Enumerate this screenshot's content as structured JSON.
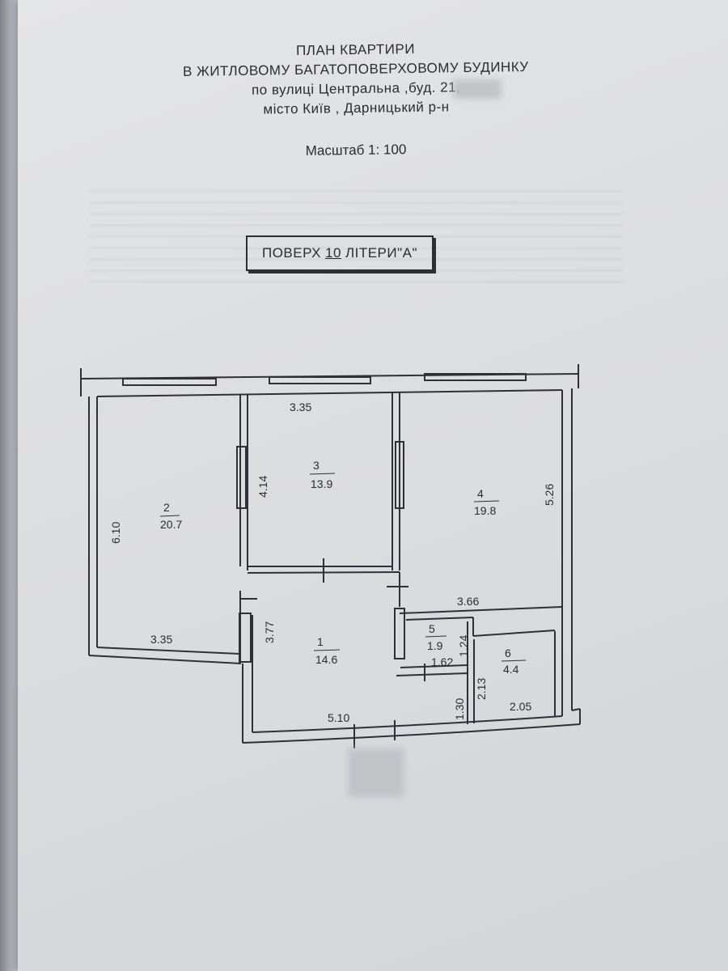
{
  "header": {
    "line1": "ПЛАН КВАРТИРИ",
    "line2": "В ЖИТЛОВОМУ БАГАТОПОВЕРХОВОМУ БУДИНКУ",
    "line3": "по вулиці Центральна ,буд. 21,",
    "line4": "місто Київ , Дарницький р-н"
  },
  "scale": "Масштаб 1: 100",
  "floor_box": {
    "prefix": "ПОВЕРХ",
    "number": "10",
    "suffix": "ЛІТЕРИ\"А\""
  },
  "rooms": [
    {
      "number": "1",
      "area": "14.6"
    },
    {
      "number": "2",
      "area": "20.7"
    },
    {
      "number": "3",
      "area": "13.9"
    },
    {
      "number": "4",
      "area": "19.8"
    },
    {
      "number": "5",
      "area": "1.9"
    },
    {
      "number": "6",
      "area": "4.4"
    }
  ],
  "dimensions": {
    "room3_width": "3.35",
    "room3_height": "4.14",
    "room2_height": "6.10",
    "room2_width": "3.35",
    "room4_height": "5.26",
    "room4_width": "3.66",
    "room1_height": "3.77",
    "room1_width": "5.10",
    "room5_height": "1.24",
    "room5_width": "1.62",
    "room6_height": "2.13",
    "corridor_width": "1.30",
    "room6_width": "2.05"
  }
}
